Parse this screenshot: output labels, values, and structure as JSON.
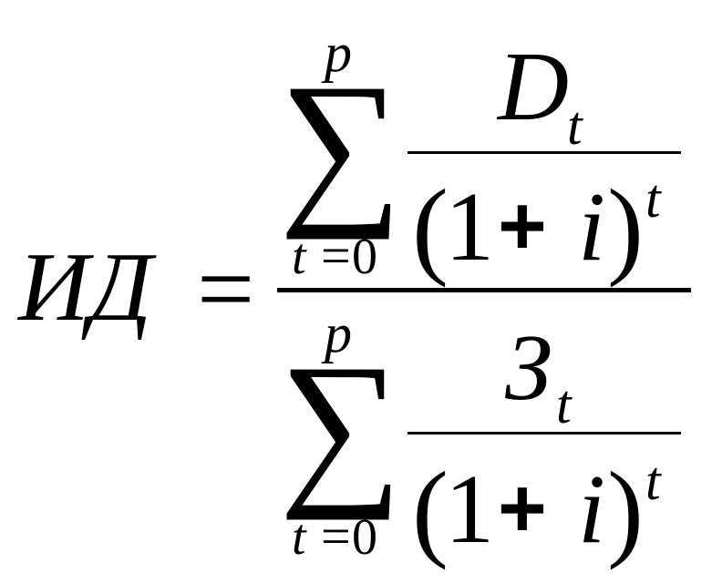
{
  "formula": {
    "lhs": "ИД",
    "equals": "=",
    "numerator": {
      "sum_symbol": "∑",
      "upper_limit": "p",
      "lower_index": "t",
      "lower_equals": "=",
      "lower_value": "0",
      "term_letter": "D",
      "term_subscript": "t",
      "denominator": {
        "open_paren": "(",
        "one": "1",
        "plus": "+",
        "rate": "i",
        "close_paren": ")",
        "exponent": "t"
      }
    },
    "denominator": {
      "sum_symbol": "∑",
      "upper_limit": "p",
      "lower_index": "t",
      "lower_equals": "=",
      "lower_value": "0",
      "term_letter": "З",
      "term_subscript": "t",
      "denominator": {
        "open_paren": "(",
        "one": "1",
        "plus": "+",
        "rate": "i",
        "close_paren": ")",
        "exponent": "t"
      }
    }
  }
}
